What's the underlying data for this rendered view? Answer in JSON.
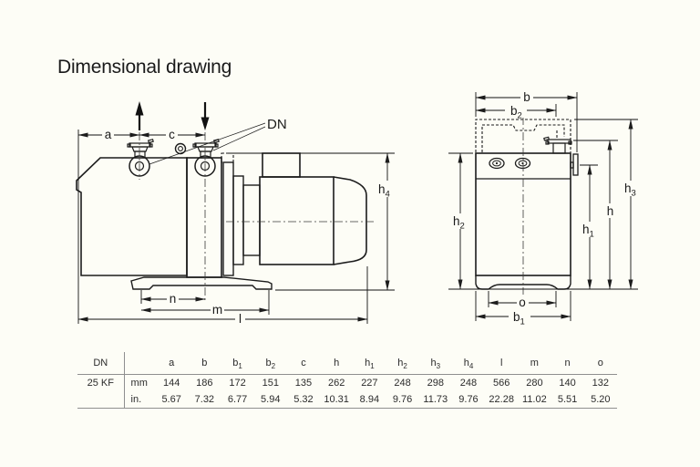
{
  "title": "Dimensional drawing",
  "drawing": {
    "dn_label": "DN",
    "labels": {
      "a": {
        "base": "a",
        "sub": ""
      },
      "c": {
        "base": "c",
        "sub": ""
      },
      "h4": {
        "base": "h",
        "sub": "4"
      },
      "n": {
        "base": "n",
        "sub": ""
      },
      "m": {
        "base": "m",
        "sub": ""
      },
      "l": {
        "base": "l",
        "sub": ""
      },
      "b": {
        "base": "b",
        "sub": ""
      },
      "b1": {
        "base": "b",
        "sub": "1"
      },
      "b2": {
        "base": "b",
        "sub": "2"
      },
      "o": {
        "base": "o",
        "sub": ""
      },
      "h": {
        "base": "h",
        "sub": ""
      },
      "h1": {
        "base": "h",
        "sub": "1"
      },
      "h2": {
        "base": "h",
        "sub": "2"
      },
      "h3": {
        "base": "h",
        "sub": "3"
      }
    }
  },
  "table": {
    "dn_header": "DN",
    "row_label": "25 KF",
    "units": [
      "mm",
      "in."
    ],
    "columns": [
      {
        "base": "a",
        "sub": ""
      },
      {
        "base": "b",
        "sub": ""
      },
      {
        "base": "b",
        "sub": "1"
      },
      {
        "base": "b",
        "sub": "2"
      },
      {
        "base": "c",
        "sub": ""
      },
      {
        "base": "h",
        "sub": ""
      },
      {
        "base": "h",
        "sub": "1"
      },
      {
        "base": "h",
        "sub": "2"
      },
      {
        "base": "h",
        "sub": "3"
      },
      {
        "base": "h",
        "sub": "4"
      },
      {
        "base": "l",
        "sub": ""
      },
      {
        "base": "m",
        "sub": ""
      },
      {
        "base": "n",
        "sub": ""
      },
      {
        "base": "o",
        "sub": ""
      }
    ],
    "mm_values": [
      "144",
      "186",
      "172",
      "151",
      "135",
      "262",
      "227",
      "248",
      "298",
      "248",
      "566",
      "280",
      "140",
      "132"
    ],
    "in_values": [
      "5.67",
      "7.32",
      "6.77",
      "5.94",
      "5.32",
      "10.31",
      "8.94",
      "9.76",
      "11.73",
      "9.76",
      "22.28",
      "11.02",
      "5.51",
      "5.20"
    ]
  },
  "colors": {
    "line": "#1c1c1c",
    "rule": "#8f8f8f",
    "background": "#fdfdf6"
  }
}
